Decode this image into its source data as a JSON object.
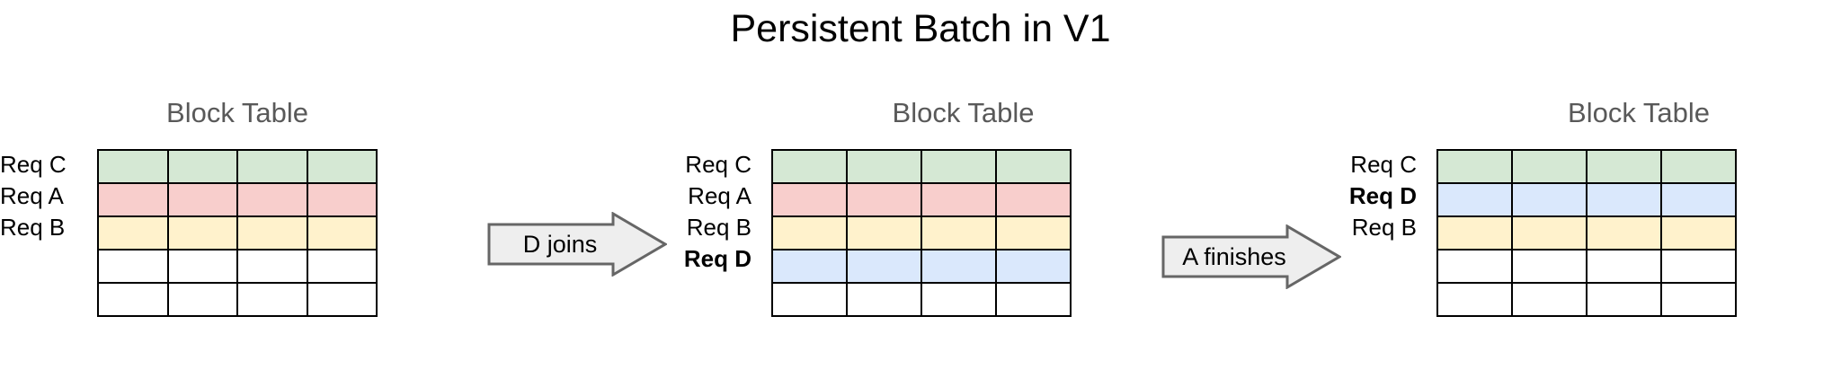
{
  "title": "Persistent Batch in V1",
  "colors": {
    "green": "#d5e8d4",
    "pink": "#f8cecc",
    "yellow": "#fff2cc",
    "blue": "#dae8fc",
    "empty": "#ffffff",
    "heading": "#595959",
    "border": "#000000",
    "arrow_fill": "#eeeeee",
    "arrow_stroke": "#666666"
  },
  "panels": [
    {
      "heading": "Block Table",
      "columns": 4,
      "rows": [
        {
          "label": "Req C",
          "color": "green",
          "bold": false,
          "filled": true
        },
        {
          "label": "Req A",
          "color": "pink",
          "bold": false,
          "filled": true
        },
        {
          "label": "Req B",
          "color": "yellow",
          "bold": false,
          "filled": true
        },
        {
          "label": "",
          "color": "none",
          "bold": false,
          "filled": false
        },
        {
          "label": "",
          "color": "none",
          "bold": false,
          "filled": false
        }
      ]
    },
    {
      "heading": "Block Table",
      "columns": 4,
      "rows": [
        {
          "label": "Req C",
          "color": "green",
          "bold": false,
          "filled": true
        },
        {
          "label": "Req A",
          "color": "pink",
          "bold": false,
          "filled": true
        },
        {
          "label": "Req B",
          "color": "yellow",
          "bold": false,
          "filled": true
        },
        {
          "label": "Req D",
          "color": "blue",
          "bold": true,
          "filled": true
        },
        {
          "label": "",
          "color": "none",
          "bold": false,
          "filled": false
        }
      ]
    },
    {
      "heading": "Block Table",
      "columns": 4,
      "rows": [
        {
          "label": "Req C",
          "color": "green",
          "bold": false,
          "filled": true
        },
        {
          "label": "Req D",
          "color": "blue",
          "bold": true,
          "filled": true
        },
        {
          "label": "Req B",
          "color": "yellow",
          "bold": false,
          "filled": true
        },
        {
          "label": "",
          "color": "none",
          "bold": false,
          "filled": false
        },
        {
          "label": "",
          "color": "none",
          "bold": false,
          "filled": false
        }
      ]
    }
  ],
  "arrows": [
    {
      "label": "D joins",
      "direction": "right"
    },
    {
      "label": "A finishes",
      "direction": "right"
    }
  ]
}
